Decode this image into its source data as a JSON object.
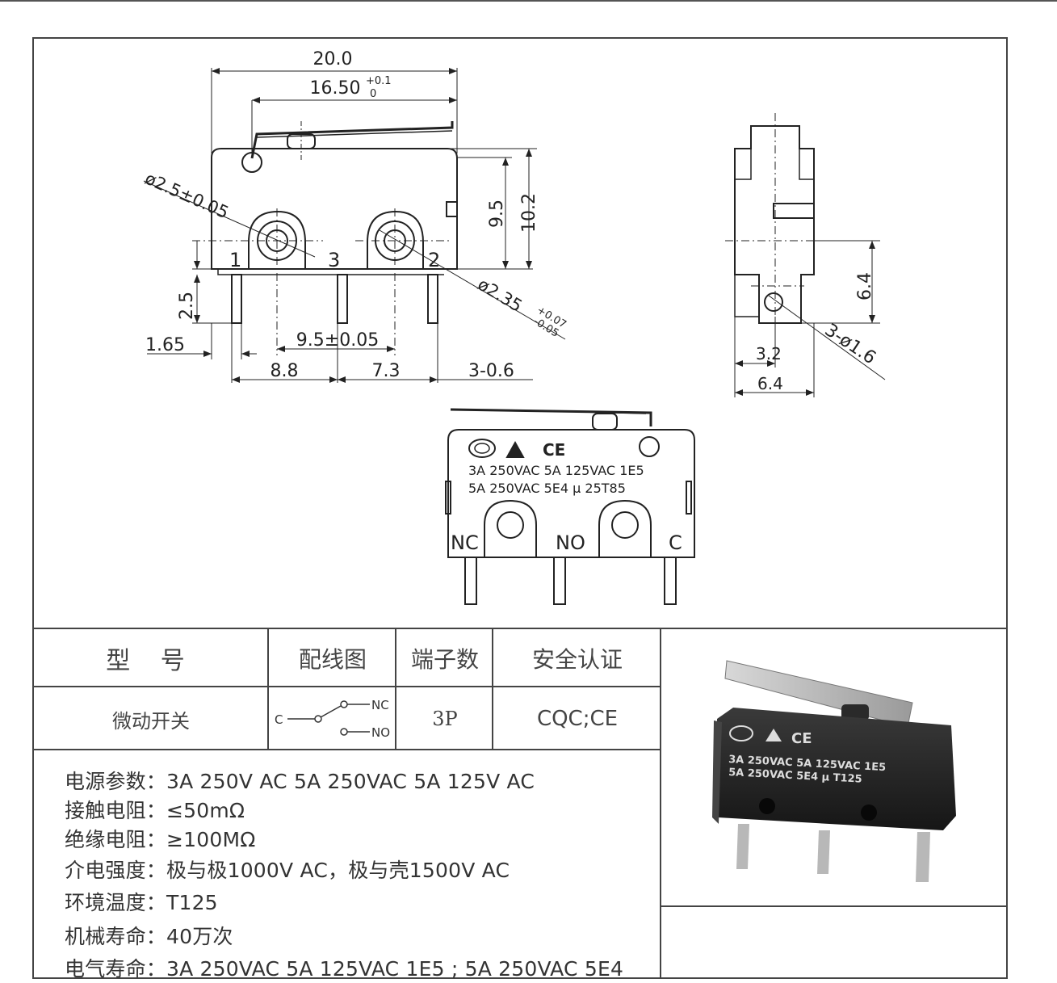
{
  "drawing": {
    "front_view": {
      "width_total": "20.0",
      "width_pivot": "16.50",
      "width_pivot_tol_upper": "+0.1",
      "width_pivot_tol_lower": "0",
      "hole_small": "ø2.5±0.05",
      "hole_large": "ø2.35",
      "hole_large_tol_upper": "+0.07",
      "hole_large_tol_lower": "-0.05",
      "height_body": "9.5",
      "height_total": "10.2",
      "pin_1": "1",
      "pin_3": "3",
      "pin_2": "2",
      "pin_length": "2.5",
      "pin_width": "1.65",
      "hole_spacing": "9.5±0.05",
      "pitch_a": "8.8",
      "pitch_b": "7.3",
      "pin_offset": "3-0.6"
    },
    "side_view": {
      "height": "6.4",
      "half_width": "3.2",
      "width": "6.4",
      "holes": "3-ø1.6"
    },
    "label_view": {
      "rating_line1": "3A 250VAC 5A 125VAC 1E5",
      "rating_line2": "5A 250VAC 5E4  μ 25T85",
      "pin_nc": "NC",
      "pin_no": "NO",
      "pin_c": "C"
    }
  },
  "table": {
    "headers": [
      "型 号",
      "配线图",
      "端子数",
      "安全认证"
    ],
    "row": {
      "model": "微动开关",
      "wiring_c": "C",
      "wiring_nc": "NC",
      "wiring_no": "NO",
      "terminals": "3P",
      "certification": "CQC;CE"
    }
  },
  "specs": [
    "电源参数：3A 250V AC  5A 250VAC  5A 125V AC",
    "接触电阻：≤50mΩ",
    "绝缘电阻：≥100MΩ",
    "介电强度：极与极1000V AC，极与壳1500V AC",
    "环境温度：T125",
    "机械寿命：40万次",
    "电气寿命：3A 250VAC 5A 125VAC  1E5 ;  5A 250VAC 5E4"
  ],
  "photo": {
    "rating_line1": "3A  250VAC  5A  125VAC  1E5",
    "rating_line2": "5A  250VAC  5E4     μ    T125"
  }
}
